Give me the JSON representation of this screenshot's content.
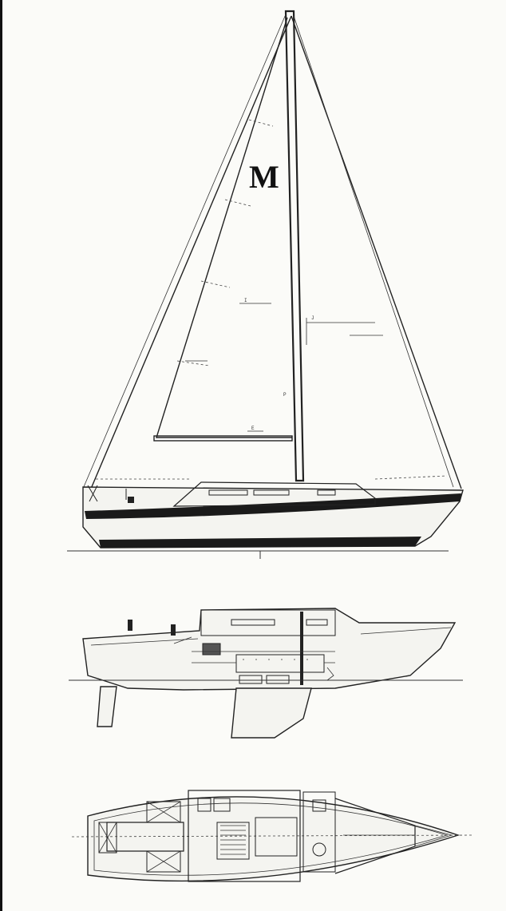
{
  "drawing": {
    "logo_letter": "M",
    "sail_dimension_labels": [
      "I",
      "J",
      "P",
      "E"
    ],
    "colors": {
      "ink": "#222222",
      "paper": "#fbfbf8",
      "boot_stripe": "#1a1a1a",
      "left_border": "#111111"
    },
    "views": [
      "sail-plan-profile",
      "inboard-profile",
      "accommodation-plan"
    ]
  }
}
